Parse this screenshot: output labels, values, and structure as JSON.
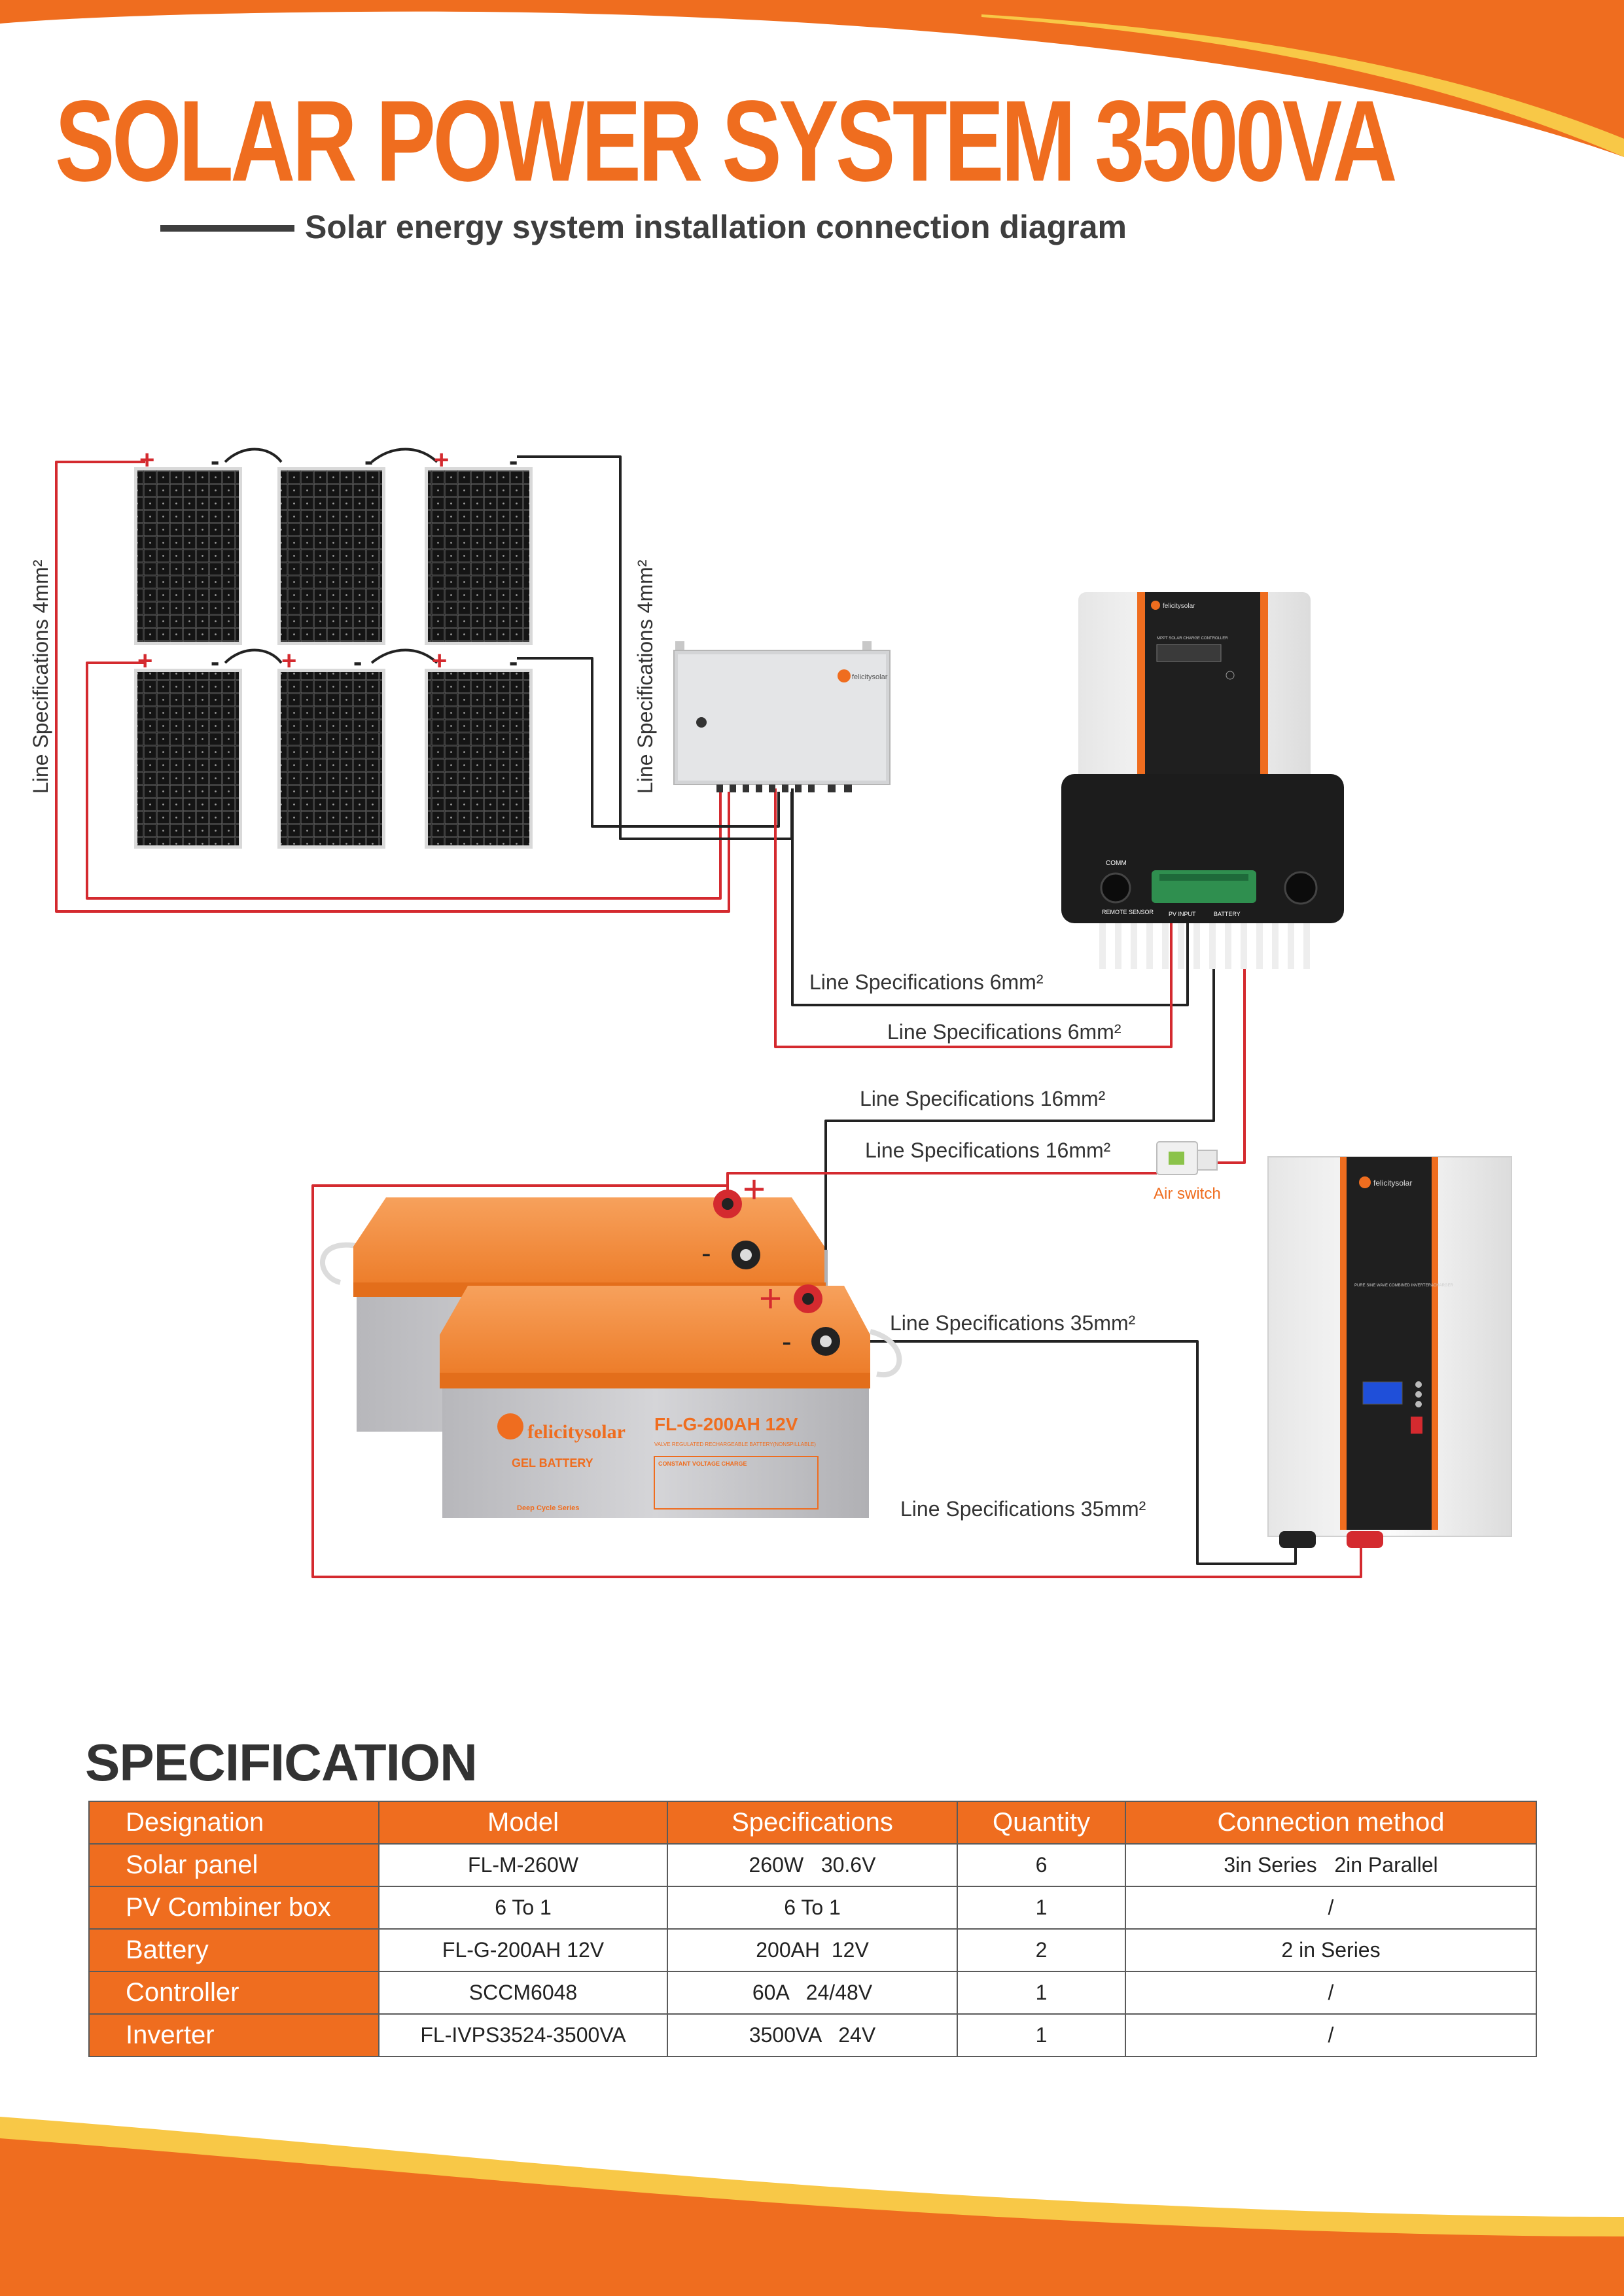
{
  "title": "SOLAR POWER SYSTEM 3500VA",
  "subtitle": "Solar energy system installation connection diagram",
  "colors": {
    "accent": "#ef6d1f",
    "yellow": "#f8c847",
    "dark_text": "#333333",
    "positive_wire": "#d42a2f",
    "negative_wire": "#222222"
  },
  "diagram": {
    "panel_terminals": {
      "positive": "+",
      "negative": "-"
    },
    "combiner_brand": "felicitysolar",
    "controller_brand": "felicitysolar",
    "controller_name": "MPPT SOLAR CHARGE CONTROLLER",
    "controller_ports": {
      "comm": "COMM",
      "remote": "REMOTE SENSOR",
      "pv": "PV INPUT",
      "battery": "BATTERY"
    },
    "inverter_brand": "felicitysolar",
    "inverter_name": "PURE SINE WAVE COMBINED INVERTER&CHARGER",
    "battery": {
      "brand": "felicitysolar",
      "model": "FL-G-200AH 12V",
      "type": "GEL BATTERY",
      "series": "Deep Cycle Series",
      "note": "VALVE REGULATED RECHARGEABLE BATTERY(NONSPILLABLE)",
      "charge": "CONSTANT VOLTAGE CHARGE"
    },
    "air_switch_label": "Air switch",
    "wire_labels": {
      "left_4mm": "Line Specifications 4mm²",
      "mid_4mm": "Line Specifications 4mm²",
      "ctrl_6mm_a": "Line Specifications 6mm²",
      "ctrl_6mm_b": "Line Specifications 6mm²",
      "batt_16mm_a": "Line Specifications 16mm²",
      "batt_16mm_b": "Line Specifications 16mm²",
      "inv_35mm_a": "Line Specifications 35mm²",
      "inv_35mm_b": "Line Specifications 35mm²"
    }
  },
  "spec": {
    "title": "SPECIFICATION",
    "headers": [
      "Designation",
      "Model",
      "Specifications",
      "Quantity",
      "Connection method"
    ],
    "rows": [
      [
        "Solar panel",
        "FL-M-260W",
        "260W   30.6V",
        "6",
        "3in Series   2in Parallel"
      ],
      [
        "PV Combiner box",
        "6 To 1",
        "6 To 1",
        "1",
        "/"
      ],
      [
        "Battery",
        "FL-G-200AH 12V",
        "200AH  12V",
        "2",
        "2 in Series"
      ],
      [
        "Controller",
        "SCCM6048",
        "60A   24/48V",
        "1",
        "/"
      ],
      [
        "Inverter",
        "FL-IVPS3524-3500VA",
        "3500VA   24V",
        "1",
        "/"
      ]
    ]
  }
}
